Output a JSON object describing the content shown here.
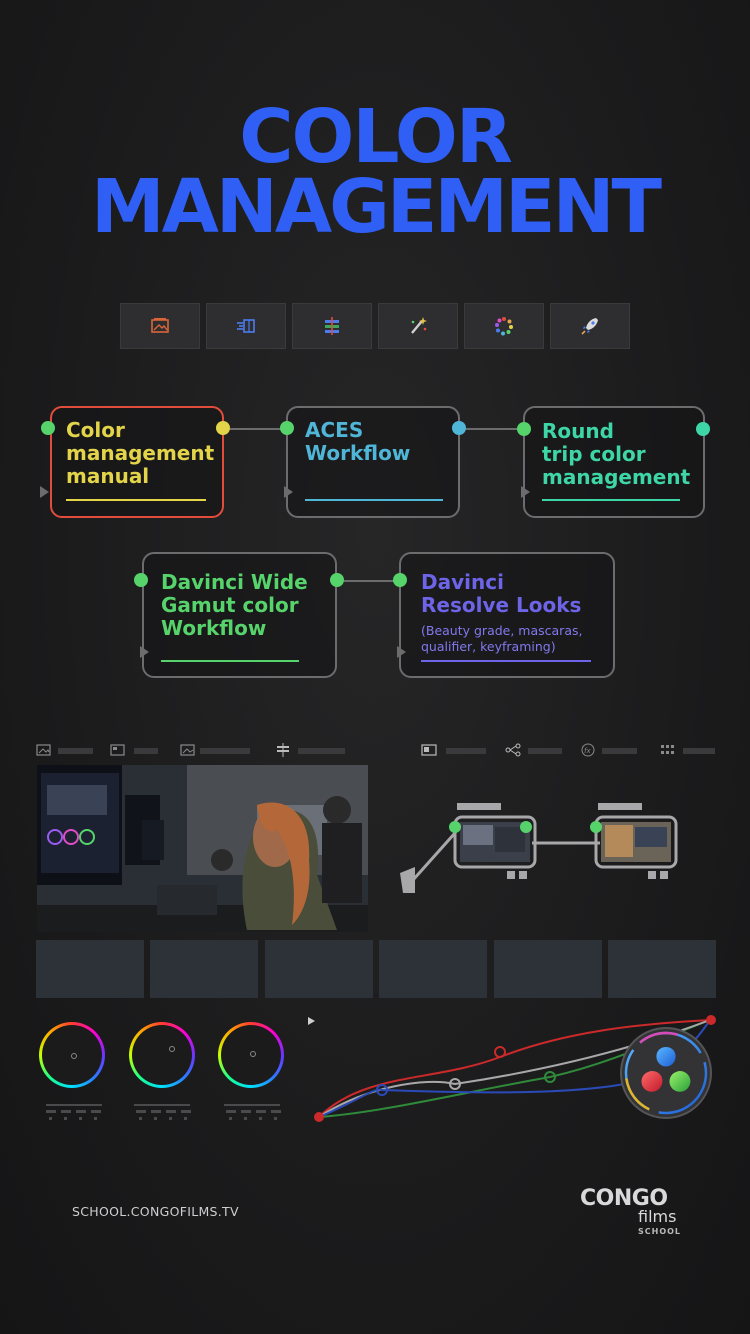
{
  "title": {
    "line1": "COLOR",
    "line2": "MANAGEMENT"
  },
  "colors": {
    "title_blue": "#2f5ff5",
    "yellow": "#e3d44a",
    "cyan": "#4fb6d8",
    "teal": "#3ed6a6",
    "green": "#57d36b",
    "violet": "#6d64e8",
    "red_border": "#e24c3d"
  },
  "toolbar": {
    "icons": [
      "media-page-icon",
      "cut-page-icon",
      "edit-page-icon",
      "fusion-page-icon",
      "color-page-icon",
      "deliver-page-icon"
    ]
  },
  "nodes": [
    {
      "title": [
        "Color",
        "management",
        "manual"
      ],
      "color": "#e3d44a"
    },
    {
      "title": [
        "ACES",
        "Workflow"
      ],
      "color": "#4fb6d8"
    },
    {
      "title": [
        "Round",
        "trip color",
        "management"
      ],
      "color": "#3ed6a6"
    },
    {
      "title": [
        "Davinci Wide",
        "Gamut color",
        "Workflow"
      ],
      "color": "#57d36b"
    },
    {
      "title": [
        "Davinci",
        "Resolve Looks"
      ],
      "subtitle": [
        "(Beauty grade, mascaras,",
        "qualifier, keyframing)"
      ],
      "color": "#6d64e8"
    }
  ],
  "footer": {
    "url": "SCHOOL.CONGOFILMS.TV",
    "brand_congo": "CONGO",
    "brand_films": "films",
    "brand_school": "SCHOOL"
  }
}
